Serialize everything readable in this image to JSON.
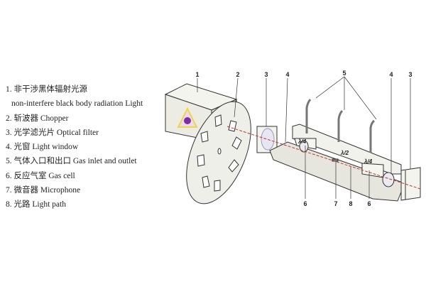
{
  "legend": {
    "items": [
      {
        "text": "1. 非干涉黑体辐射光源"
      },
      {
        "text": "non-interfere black body radiation Light"
      },
      {
        "text": "2. 斩波器  Chopper"
      },
      {
        "text": "3. 光学滤光片  Optical filter"
      },
      {
        "text": "4. 光窗  Light window"
      },
      {
        "text": "5. 气体入口和出口  Gas inlet and outlet"
      },
      {
        "text": "6. 反应气室  Gas cell"
      },
      {
        "text": "7. 微音器  Microphone"
      },
      {
        "text": "8. 光路  Light path"
      }
    ]
  },
  "diagram": {
    "top_labels": [
      "1",
      "2",
      "3",
      "4",
      "5",
      "4",
      "3"
    ],
    "bottom_labels": [
      "6",
      "7",
      "8",
      "6"
    ],
    "wavelength_labels": [
      "λ/4",
      "λ/2",
      "λ/4"
    ],
    "colors": {
      "beam": "#c0392b",
      "body": "#ecece4",
      "outline": "#333333",
      "hazard": "#7b2fa0",
      "hazard_border": "#e8d84a"
    }
  }
}
